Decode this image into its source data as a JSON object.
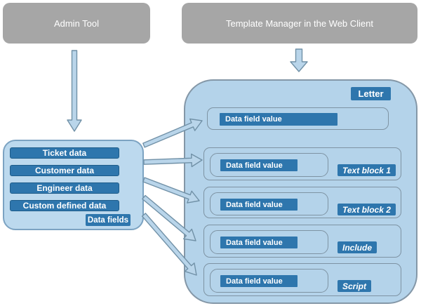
{
  "diagram": {
    "admin_tool": {
      "label": "Admin Tool"
    },
    "template_manager": {
      "label": "Template Manager in the Web Client"
    },
    "data_sources": {
      "items": [
        "Ticket data",
        "Customer data",
        "Engineer data",
        "Custom defined data"
      ],
      "badge": "Data fields"
    },
    "letter": {
      "label": "Letter",
      "rows": [
        {
          "field": "Data field value"
        },
        {
          "field": "Data field value",
          "label": "Text block 1"
        },
        {
          "field": "Data field value",
          "label": "Text block 2"
        },
        {
          "field": "Data field value",
          "label": "Include"
        },
        {
          "field": "Data field value",
          "label": "Script"
        }
      ]
    },
    "colors": {
      "box_gray": "#a6a6a6",
      "panel_left_fill": "#bcd9ee",
      "panel_left_border": "#7ca3c2",
      "panel_right_fill": "#b4d3ea",
      "panel_right_border": "#8497a7",
      "bar_blue": "#2e76ad",
      "bar_border": "#1d5c8a",
      "row_border": "#7e93a3",
      "arrow_fill": "#b9d5ea",
      "arrow_stroke": "#7191a7"
    }
  }
}
